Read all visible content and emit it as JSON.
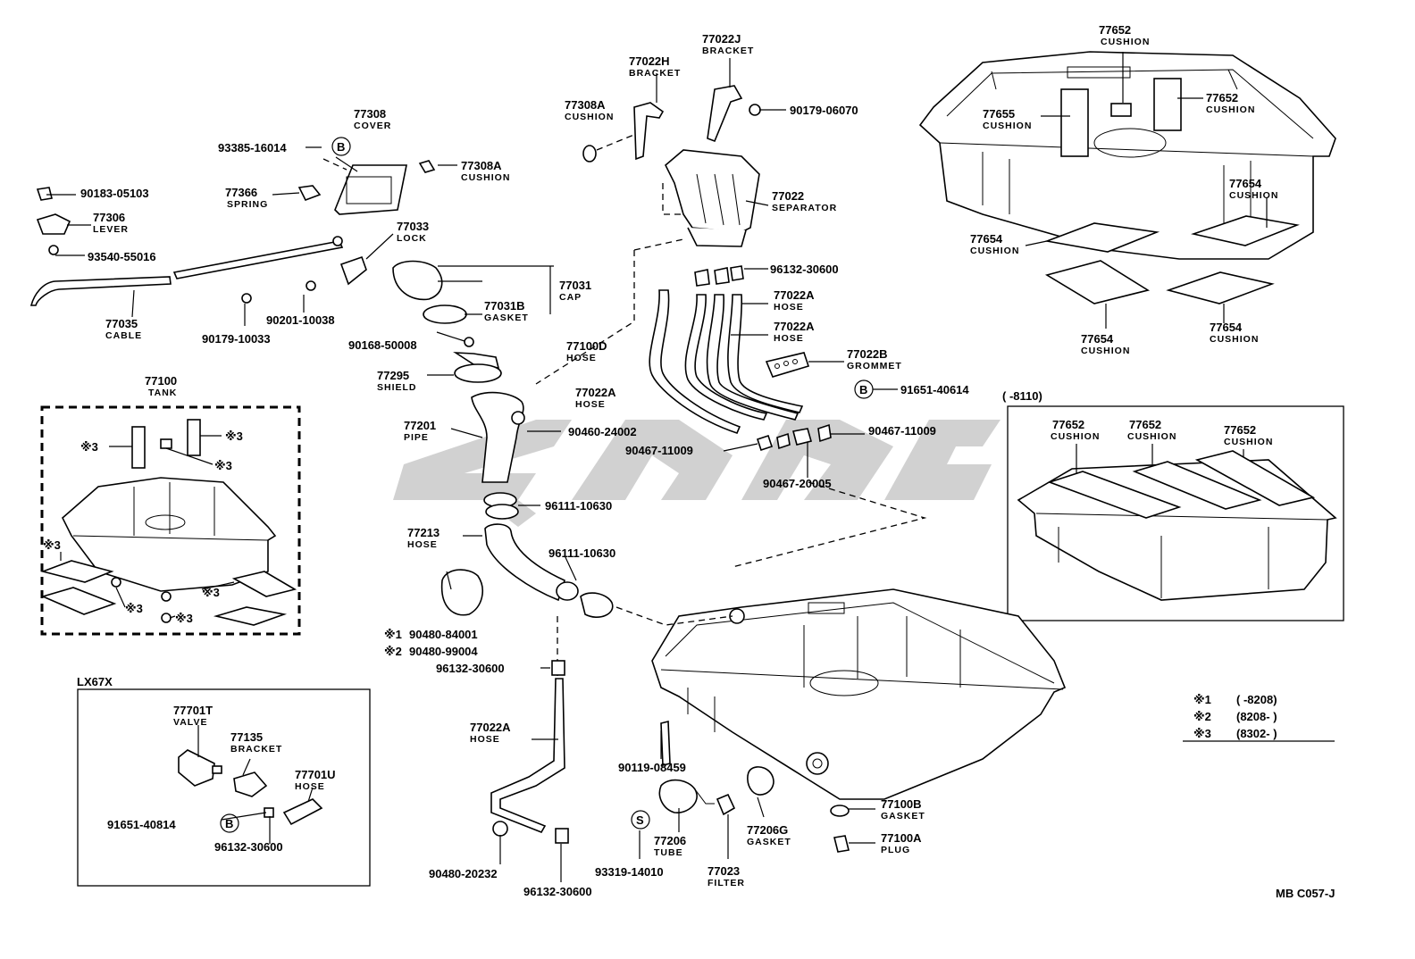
{
  "callouts": [
    {
      "id": "c1",
      "part": "77652",
      "name": "CUSHION"
    },
    {
      "id": "c2",
      "part": "77652",
      "name": "CUSHION"
    },
    {
      "id": "c3",
      "part": "77655",
      "name": "CUSHION"
    },
    {
      "id": "c4",
      "part": "77654",
      "name": "CUSHION"
    },
    {
      "id": "c5",
      "part": "77654",
      "name": "CUSHION"
    },
    {
      "id": "c6",
      "part": "77654",
      "name": "CUSHION"
    },
    {
      "id": "c7",
      "part": "77654",
      "name": "CUSHION"
    },
    {
      "id": "c8",
      "part": "77022J",
      "name": "BRACKET"
    },
    {
      "id": "c9",
      "part": "77022H",
      "name": "BRACKET"
    },
    {
      "id": "c10",
      "part": "90179-06070",
      "name": ""
    },
    {
      "id": "c11",
      "part": "77308A",
      "name": "CUSHION"
    },
    {
      "id": "c12",
      "part": "77022",
      "name": "SEPARATOR"
    },
    {
      "id": "c13",
      "part": "96132-30600",
      "name": ""
    },
    {
      "id": "c14",
      "part": "77022A",
      "name": "HOSE"
    },
    {
      "id": "c15",
      "part": "77022A",
      "name": "HOSE"
    },
    {
      "id": "c16",
      "part": "77022B",
      "name": "GROMMET"
    },
    {
      "id": "c17",
      "part": "91651-40614",
      "name": ""
    },
    {
      "id": "c18",
      "part": "77100D",
      "name": "HOSE"
    },
    {
      "id": "c19",
      "part": "77022A",
      "name": "HOSE"
    },
    {
      "id": "c20",
      "part": "90467-11009",
      "name": ""
    },
    {
      "id": "c21",
      "part": "90467-11009",
      "name": ""
    },
    {
      "id": "c22",
      "part": "90467-20005",
      "name": ""
    },
    {
      "id": "c23",
      "part": "77308",
      "name": "COVER"
    },
    {
      "id": "c24",
      "part": "93385-16014",
      "name": ""
    },
    {
      "id": "c25",
      "part": "77308A",
      "name": "CUSHION"
    },
    {
      "id": "c26",
      "part": "90183-05103",
      "name": ""
    },
    {
      "id": "c27",
      "part": "77366",
      "name": "SPRING"
    },
    {
      "id": "c28",
      "part": "77306",
      "name": "LEVER"
    },
    {
      "id": "c29",
      "part": "77033",
      "name": "LOCK"
    },
    {
      "id": "c30",
      "part": "93540-55016",
      "name": ""
    },
    {
      "id": "c31",
      "part": "77031",
      "name": "CAP"
    },
    {
      "id": "c32",
      "part": "77031B",
      "name": "GASKET"
    },
    {
      "id": "c33",
      "part": "77035",
      "name": "CABLE"
    },
    {
      "id": "c34",
      "part": "90201-10038",
      "name": ""
    },
    {
      "id": "c35",
      "part": "90179-10033",
      "name": ""
    },
    {
      "id": "c36",
      "part": "90168-50008",
      "name": ""
    },
    {
      "id": "c37",
      "part": "77295",
      "name": "SHIELD"
    },
    {
      "id": "c38",
      "part": "77100",
      "name": "TANK"
    },
    {
      "id": "c39",
      "part": "77201",
      "name": "PIPE"
    },
    {
      "id": "c40",
      "part": "90460-24002",
      "name": ""
    },
    {
      "id": "c41",
      "part": "96111-10630",
      "name": ""
    },
    {
      "id": "c42",
      "part": "77213",
      "name": "HOSE"
    },
    {
      "id": "c43",
      "part": "96111-10630",
      "name": ""
    },
    {
      "id": "c44",
      "part": "90480-84001",
      "name": ""
    },
    {
      "id": "c45",
      "part": "90480-99004",
      "name": ""
    },
    {
      "id": "c46",
      "part": "96132-30600",
      "name": ""
    },
    {
      "id": "c47",
      "part": "77022A",
      "name": "HOSE"
    },
    {
      "id": "c48",
      "part": "90119-08459",
      "name": ""
    },
    {
      "id": "c49",
      "part": "77701T",
      "name": "VALVE"
    },
    {
      "id": "c50",
      "part": "77135",
      "name": "BRACKET"
    },
    {
      "id": "c51",
      "part": "77701U",
      "name": "HOSE"
    },
    {
      "id": "c52",
      "part": "91651-40814",
      "name": ""
    },
    {
      "id": "c53",
      "part": "96132-30600",
      "name": ""
    },
    {
      "id": "c54",
      "part": "90480-20232",
      "name": ""
    },
    {
      "id": "c55",
      "part": "96132-30600",
      "name": ""
    },
    {
      "id": "c56",
      "part": "93319-14010",
      "name": ""
    },
    {
      "id": "c57",
      "part": "77206",
      "name": "TUBE"
    },
    {
      "id": "c58",
      "part": "77023",
      "name": "FILTER"
    },
    {
      "id": "c59",
      "part": "77206G",
      "name": "GASKET"
    },
    {
      "id": "c60",
      "part": "77100B",
      "name": "GASKET"
    },
    {
      "id": "c61",
      "part": "77100A",
      "name": "PLUG"
    },
    {
      "id": "c62",
      "part": "77652",
      "name": "CUSHION"
    },
    {
      "id": "c63",
      "part": "77652",
      "name": "CUSHION"
    },
    {
      "id": "c64",
      "part": "77652",
      "name": "CUSHION"
    }
  ],
  "marks": {
    "ref_b": "B",
    "ref_s": "S",
    "star3": "※3"
  },
  "inset_labels": {
    "range_8110": "(      -8110)",
    "lx67x": "LX67X"
  },
  "notes": [
    {
      "mark": "※1",
      "range": "(       -8208)"
    },
    {
      "mark": "※2",
      "range": "(8208-       )"
    },
    {
      "mark": "※3",
      "range": "(8302-       )"
    }
  ],
  "tank_notes": {
    "n1": "※1",
    "n2": "※2"
  },
  "footer": {
    "code": "MB C057-J"
  },
  "colors": {
    "line": "#000000",
    "watermark": "#c9c9c9",
    "background": "#ffffff"
  }
}
